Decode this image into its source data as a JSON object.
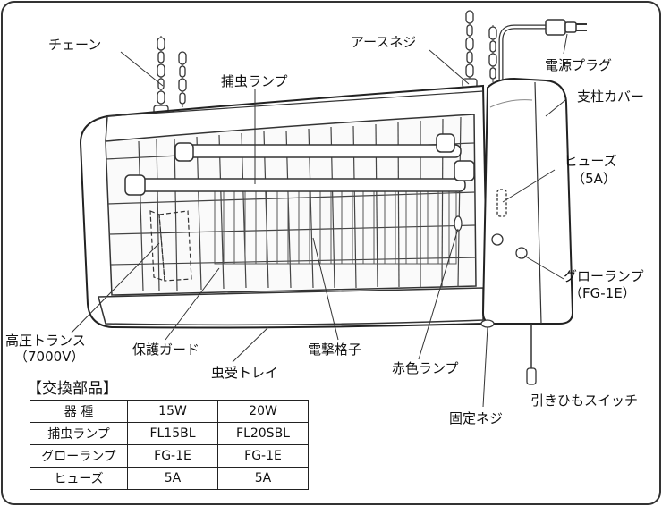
{
  "labels": {
    "chain": "チェーン",
    "earth_screw": "アースネジ",
    "power_plug": "電源プラグ",
    "lamp": "捕虫ランプ",
    "pillar_cover": "支柱カバー",
    "fuse": "ヒューズ",
    "fuse_rating": "（5A）",
    "glow_lamp": "グローランプ",
    "glow_lamp_model": "（FG-1E）",
    "transformer": "高圧トランス",
    "transformer_voltage": "（7000V）",
    "guard": "保護ガード",
    "grid": "電撃格子",
    "red_lamp": "赤色ランプ",
    "tray": "虫受トレイ",
    "fixing_screw": "固定ネジ",
    "pull_switch": "引きひもスイッチ"
  },
  "parts": {
    "title": "【交換部品】",
    "headers": [
      "器 種",
      "15W",
      "20W"
    ],
    "rows": [
      [
        "捕虫ランプ",
        "FL15BL",
        "FL20SBL"
      ],
      [
        "グローランプ",
        "FG-1E",
        "FG-1E"
      ],
      [
        "ヒューズ",
        "5A",
        "5A"
      ]
    ]
  }
}
